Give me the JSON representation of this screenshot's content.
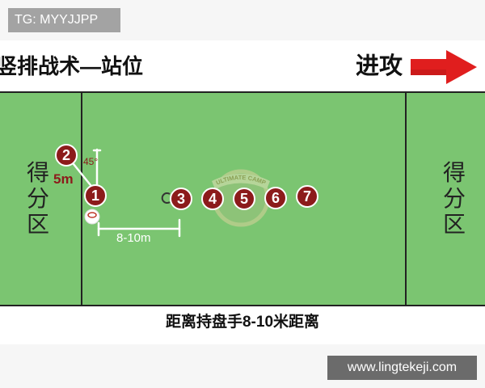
{
  "watermark_top": "TG: MYYJJPP",
  "header": {
    "title": "竖排战术—站位",
    "attack_label": "进攻",
    "arrow_icon": "arrow-right-icon"
  },
  "field": {
    "left_endzone_label": "得分区",
    "right_endzone_label": "得分区",
    "logo_text": "ULTIMATE CAMP",
    "players": [
      "2",
      "1",
      "3",
      "4",
      "5",
      "6",
      "7"
    ],
    "angle_label": "45°",
    "short_distance_label": "5m",
    "long_distance_label": "8-10m",
    "disc_icon": "frisbee-disc-icon"
  },
  "caption": "距离持盘手8-10米距离",
  "watermark_bottom": "www.lingtekeji.com",
  "colors": {
    "field_green": "#7bc571",
    "player_red": "#8c1b1b",
    "arrow_red": "#e01e1e",
    "label_red": "#8c1b1b",
    "line_white": "#ffffff"
  }
}
